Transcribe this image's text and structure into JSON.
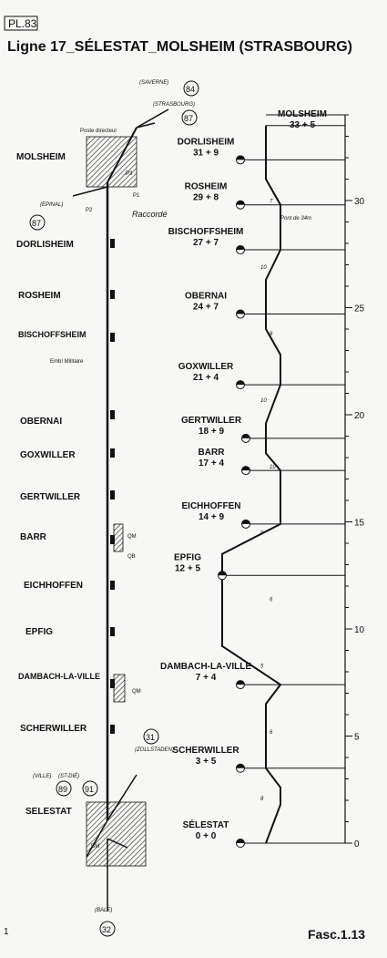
{
  "plate": "PL.83",
  "title": "Ligne 17_SÉLESTAT_MOLSHEIM (STRASBOURG)",
  "footer": {
    "fasc": "Fasc.1.13",
    "page": "1"
  },
  "left_stations": [
    "MOLSHEIM",
    "DORLISHEIM",
    "ROSHEIM",
    "BISCHOFFSHEIM",
    "OBERNAI",
    "GOXWILLER",
    "GERTWILLER",
    "BARR",
    "EICHHOFFEN",
    "EPFIG",
    "DAMBACH-LA-VILLE",
    "SCHERWILLER",
    "SELESTAT"
  ],
  "left_labels": {
    "poste": "Poste directeur",
    "p1": "P1",
    "p2": "P2",
    "p3": "P3",
    "raccorde": "Raccordé",
    "ecm": "Emb! Militaire",
    "qm1": "QM",
    "qb": "QB",
    "qm2": "QM",
    "dm": "DM"
  },
  "connections": [
    {
      "label": "(SAVERNE)",
      "number": "84"
    },
    {
      "label": "(STRASBOURG)",
      "number": "87"
    },
    {
      "label": "(EPINAL)",
      "number": "87"
    },
    {
      "label": "(ZOLLSTADEN)",
      "number": "31"
    },
    {
      "label": "(VILLE)",
      "number": "89"
    },
    {
      "label": "(ST-DIÉ)",
      "number": "91"
    },
    {
      "label": "(BALE)",
      "number": "32"
    }
  ],
  "chart_data": {
    "type": "line",
    "y_ticks": [
      "0",
      "5",
      "10",
      "15",
      "20",
      "25",
      "30"
    ],
    "ylim": [
      0,
      34
    ],
    "annotation": "Pont de 34m",
    "stations": [
      {
        "name": "MOLSHEIM",
        "km": 33.5,
        "label": "33 + 5"
      },
      {
        "name": "DORLISHEIM",
        "km": 31.9,
        "label": "31 + 9"
      },
      {
        "name": "ROSHEIM",
        "km": 29.8,
        "label": "29 + 8"
      },
      {
        "name": "BISCHOFFSHEIM",
        "km": 27.7,
        "label": "27 + 7"
      },
      {
        "name": "OBERNAI",
        "km": 24.7,
        "label": "24 + 7"
      },
      {
        "name": "GOXWILLER",
        "km": 21.4,
        "label": "21 + 4"
      },
      {
        "name": "GERTWILLER",
        "km": 18.9,
        "label": "18 + 9"
      },
      {
        "name": "BARR",
        "km": 17.4,
        "label": "17 + 4"
      },
      {
        "name": "EICHHOFFEN",
        "km": 14.9,
        "label": "14 + 9"
      },
      {
        "name": "EPFIG",
        "km": 12.5,
        "label": "12 + 5"
      },
      {
        "name": "DAMBACH-LA-VILLE",
        "km": 7.4,
        "label": "7 + 4"
      },
      {
        "name": "SCHERWILLER",
        "km": 3.5,
        "label": "3 + 5"
      },
      {
        "name": "SÉLESTAT",
        "km": 0,
        "label": "0 + 0"
      }
    ],
    "gradients": [
      "8",
      "6",
      "5",
      "6",
      "9",
      "10",
      "10",
      "8",
      "10",
      "7"
    ],
    "profile_km": [
      0,
      1.8,
      2.6,
      3.5,
      6.5,
      7.4,
      9.2,
      12.5,
      13.5,
      14.9,
      17.4,
      18.2,
      19.6,
      21.4,
      22.8,
      24.0,
      26.3,
      27.7,
      29.8,
      31.0,
      31.9,
      33.5
    ]
  }
}
